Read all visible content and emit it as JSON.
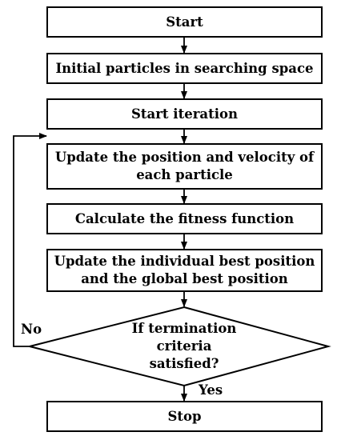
{
  "diagram": {
    "nodes": [
      {
        "id": "start",
        "shape": "rect",
        "text": "Start"
      },
      {
        "id": "init",
        "shape": "rect",
        "text": "Initial particles in searching space"
      },
      {
        "id": "iter",
        "shape": "rect",
        "text": "Start iteration"
      },
      {
        "id": "update_pv",
        "shape": "rect",
        "text": "Update the position and velocity of each particle"
      },
      {
        "id": "fitness",
        "shape": "rect",
        "text": "Calculate the fitness function"
      },
      {
        "id": "update_best",
        "shape": "rect",
        "text": "Update the individual best position and the global best position"
      },
      {
        "id": "check",
        "shape": "diamond",
        "text": "If termination criteria satisfied?"
      },
      {
        "id": "stop",
        "shape": "rect",
        "text": "Stop"
      }
    ],
    "edges": [
      {
        "from": "start",
        "to": "init",
        "label": ""
      },
      {
        "from": "init",
        "to": "iter",
        "label": ""
      },
      {
        "from": "iter",
        "to": "update_pv",
        "label": ""
      },
      {
        "from": "update_pv",
        "to": "fitness",
        "label": ""
      },
      {
        "from": "fitness",
        "to": "update_best",
        "label": ""
      },
      {
        "from": "update_best",
        "to": "check",
        "label": ""
      },
      {
        "from": "check",
        "to": "stop",
        "label": "Yes"
      },
      {
        "from": "check",
        "to": "update_pv",
        "label": "No"
      }
    ],
    "colors": {
      "stroke": "#000000",
      "fill": "#ffffff",
      "text": "#000000"
    }
  }
}
